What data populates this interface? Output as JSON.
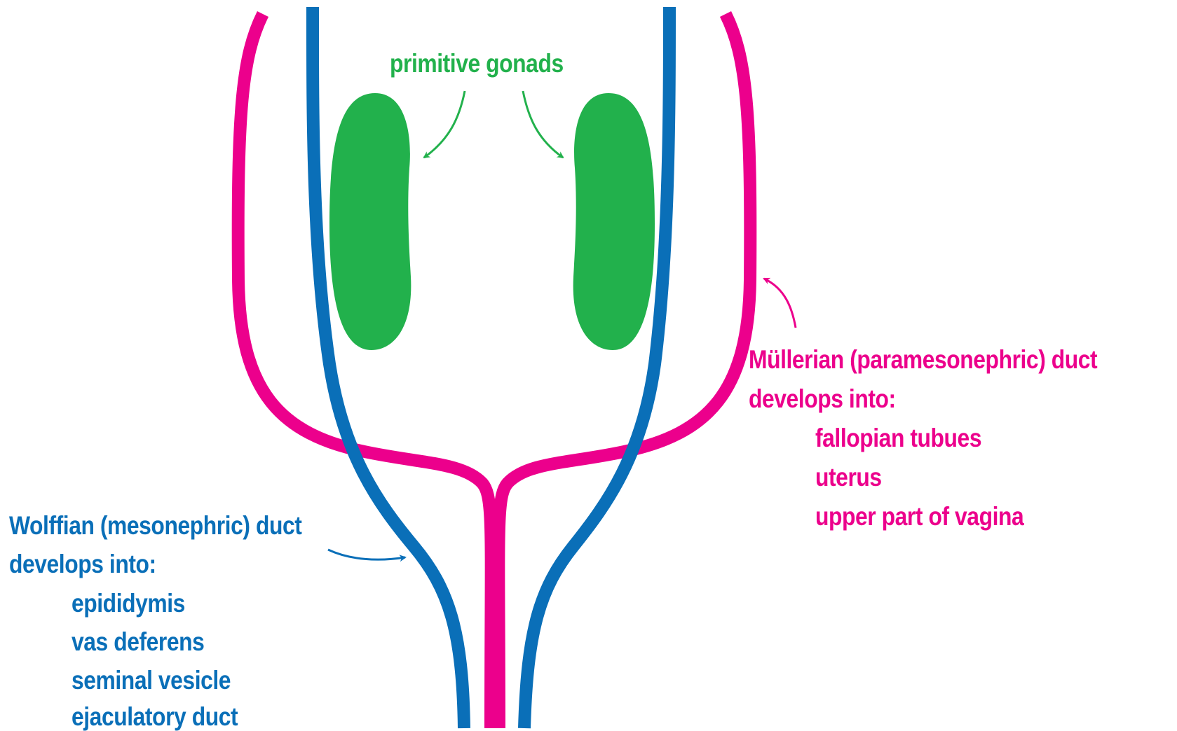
{
  "colors": {
    "gonad": "#22b14c",
    "wolffian": "#0a6fb8",
    "mullerian": "#ec008c",
    "background": "#ffffff"
  },
  "gonads": {
    "label": "primitive gonads"
  },
  "wolffian": {
    "title": "Wolffian (mesonephric) duct",
    "subtitle": "develops into:",
    "items": [
      "epididymis",
      "vas deferens",
      "seminal vesicle",
      "ejaculatory duct"
    ]
  },
  "mullerian": {
    "title": "Müllerian (paramesonephric) duct",
    "subtitle": "develops into:",
    "items": [
      "fallopian tubues",
      "uterus",
      "upper part of vagina"
    ]
  }
}
